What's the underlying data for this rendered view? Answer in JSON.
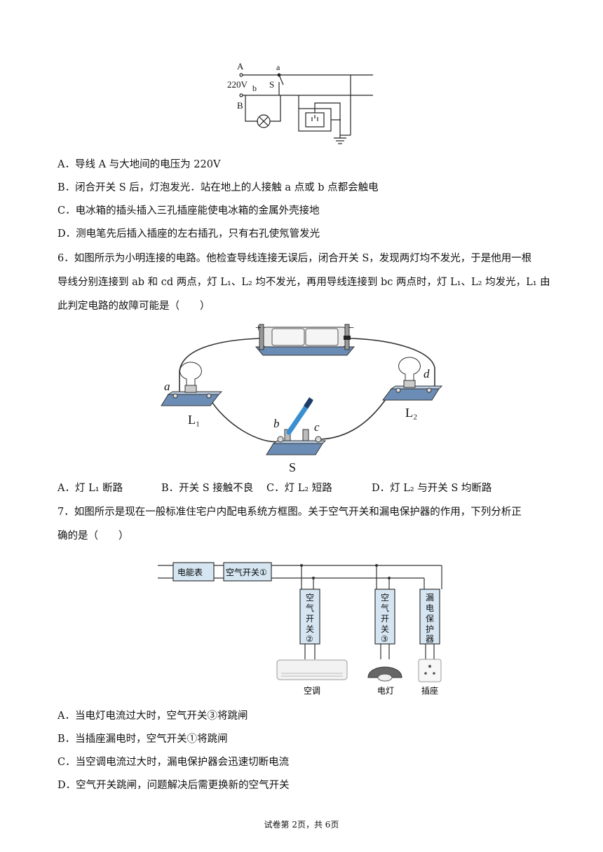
{
  "fig1": {
    "label_A": "A",
    "label_a": "a",
    "label_220V": "220V",
    "label_b": "b",
    "label_S": "S",
    "label_B": "B"
  },
  "q5_options": [
    "A．导线 A 与大地间的电压为 220V",
    "B．闭合开关 S 后，灯泡发光．站在地上的人接触 a 点或 b 点都会触电",
    "C．电冰箱的插头插入三孔插座能使电冰箱的金属外壳接地",
    "D．测电笔先后插入插座的左右插孔，只有右孔使氖管发光"
  ],
  "q6": {
    "stem_line1": "6．如图所示为小明连接的电路。他检查导线连接无误后，闭合开关 S，发现两灯均不发光，于是他用一根",
    "stem_line2": "导线分别连接到 ab 和 cd 两点，灯 L₁、L₂ 均不发光，再用导线连接到 bc 两点时，灯 L₁、L₂ 均发光，L₁ 由",
    "stem_line3": "此判定电路的故障可能是（　　）",
    "fig": {
      "plus": "+",
      "minus": "−",
      "label_a": "a",
      "label_d": "d",
      "label_b": "b",
      "label_c": "c",
      "label_L1": "L₁",
      "label_L2": "L₂",
      "label_S": "S"
    },
    "options": [
      "A．灯 L₁ 断路",
      "B．开关 S 接触不良",
      "C．灯 L₂ 短路",
      "D．灯 L₂ 与开关 S 均断路"
    ]
  },
  "q7": {
    "stem_line1": "7．如图所示是现在一般标准住宅户内配电系统方框图。关于空气开关和漏电保护器的作用，下列分析正",
    "stem_line2": "确的是（　　）",
    "fig": {
      "meter": "电能表",
      "breaker1": "空气开关①",
      "breaker2": [
        "空",
        "气",
        "开",
        "关",
        "②"
      ],
      "breaker3": [
        "空",
        "气",
        "开",
        "关",
        "③"
      ],
      "rcd": [
        "漏",
        "电",
        "保",
        "护",
        "器"
      ],
      "ac": "空调",
      "lamp": "电灯",
      "socket": "插座"
    },
    "options": [
      "A．当电灯电流过大时，空气开关③将跳闸",
      "B．当插座漏电时，空气开关①将跳闸",
      "C．当空调电流过大时，漏电保护器会迅速切断电流",
      "D．空气开关跳闸，问题解决后需更换新的空气开关"
    ]
  },
  "footer": "试卷第 2页，共 6页"
}
